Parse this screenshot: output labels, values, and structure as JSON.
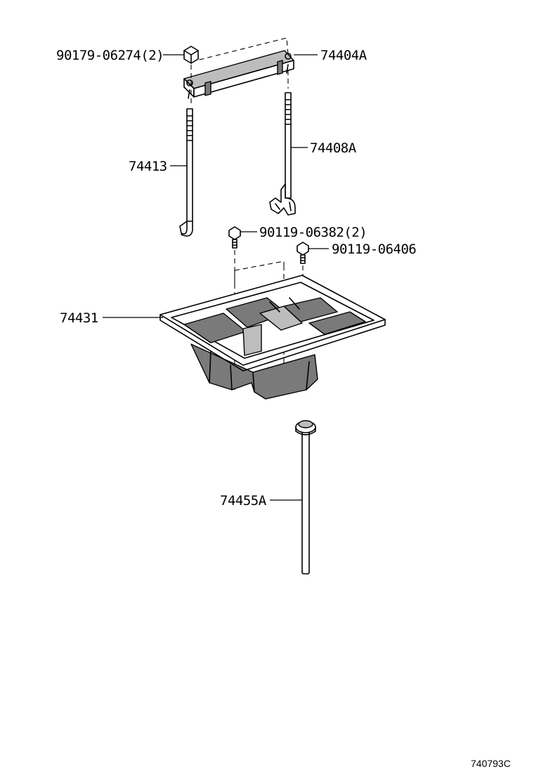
{
  "diagram": {
    "reference_code": "740793C",
    "parts": [
      {
        "id": "nut",
        "number": "90179-06274(2)"
      },
      {
        "id": "clamp",
        "number": "74404A"
      },
      {
        "id": "rod-left",
        "number": "74413"
      },
      {
        "id": "rod-right",
        "number": "74408A"
      },
      {
        "id": "bolt-1",
        "number": "90119-06382(2)"
      },
      {
        "id": "bolt-2",
        "number": "90119-06406"
      },
      {
        "id": "tray",
        "number": "74431"
      },
      {
        "id": "bolt-long",
        "number": "74455A"
      }
    ]
  }
}
